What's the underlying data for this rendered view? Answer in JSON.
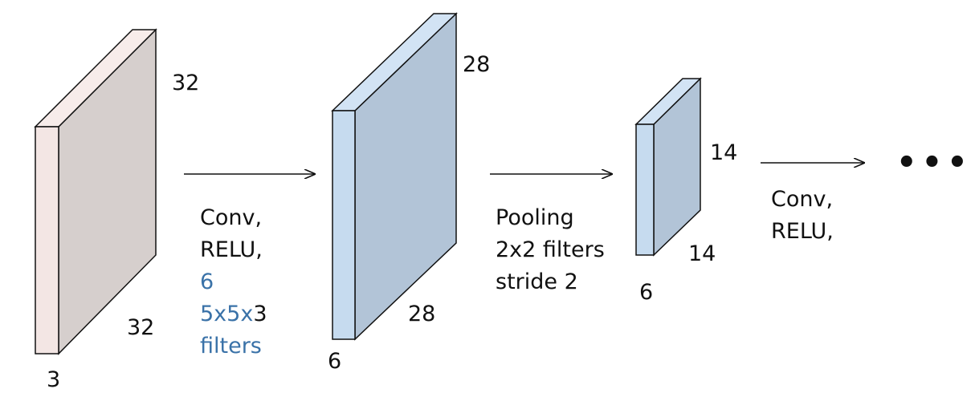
{
  "volumes": {
    "input": {
      "width": "32",
      "height": "32",
      "depth": "3"
    },
    "conv1": {
      "width": "28",
      "height": "28",
      "depth": "6"
    },
    "pool1": {
      "width": "14",
      "height": "14",
      "depth": "6"
    }
  },
  "ops": {
    "conv1": {
      "line1": "Conv,",
      "line2": "RELU,",
      "line3": "6",
      "line4a": "5x5x",
      "line4b": "3",
      "line5": "filters"
    },
    "pool1": {
      "line1": "Pooling",
      "line2": "2x2 filters",
      "line3": "stride 2"
    },
    "conv2": {
      "line1": "Conv,",
      "line2": "RELU,"
    }
  },
  "continuation": "•••",
  "colors": {
    "input_front": "#f3e6e4",
    "input_side": "#d6cfcd",
    "input_top": "#f7ecea",
    "feature_front": "#c6dbef",
    "feature_side": "#b2c4d7",
    "feature_top": "#d2e3f4",
    "edge": "#111111",
    "filter_text": "#3a72a8"
  }
}
